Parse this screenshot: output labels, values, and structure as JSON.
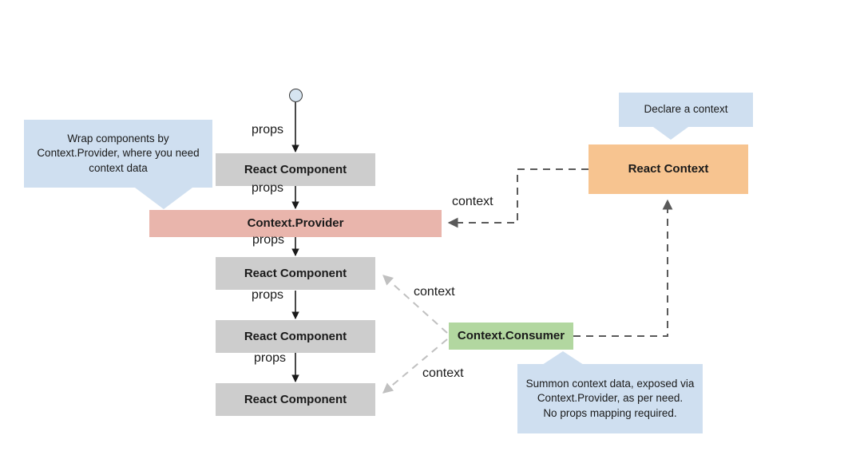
{
  "diagram": {
    "title": "React Context data flow diagram",
    "colors": {
      "component": "#cdcdcd",
      "provider": "#e9b5ac",
      "consumer": "#b2d7a0",
      "context": "#f7c490",
      "callout": "#cfdff0",
      "props_arrow": "#1a1a1a",
      "context_arrow": "#5a5a5a",
      "consumer_arrow": "#c4c4c4",
      "background": "#ffffff"
    }
  },
  "nodes": {
    "start": {
      "name": "start-node",
      "shape": "circle"
    },
    "component_1": {
      "label": "React Component"
    },
    "provider": {
      "label": "Context.Provider"
    },
    "component_2": {
      "label": "React Component"
    },
    "component_3": {
      "label": "React Component"
    },
    "component_4": {
      "label": "React Component"
    },
    "consumer": {
      "label": "Context.Consumer"
    },
    "context": {
      "label": "React Context"
    }
  },
  "callouts": {
    "wrap": {
      "text": "Wrap components by Context.Provider, where you need context data"
    },
    "declare": {
      "text": "Declare a context"
    },
    "summon": {
      "text": "Summon context data, exposed via Context.Provider, as per need.\nNo props mapping required."
    }
  },
  "edge_labels": {
    "props_1": "props",
    "props_2": "props",
    "props_3": "props",
    "props_4": "props",
    "props_5": "props",
    "context_provider": "context",
    "context_upper": "context",
    "context_lower": "context"
  }
}
